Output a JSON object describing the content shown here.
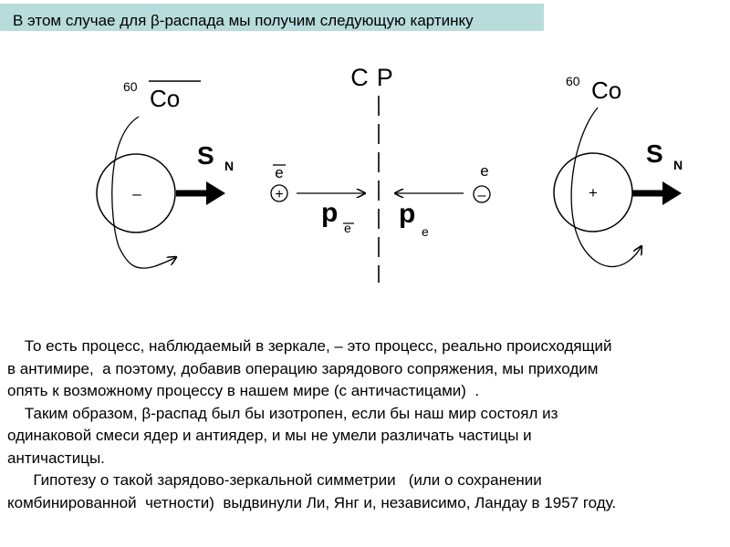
{
  "header": {
    "title": "В этом случае для β-распада мы получим следующую картинку"
  },
  "diagram": {
    "mirror_label": "CP",
    "left": {
      "isotope_mass": "60",
      "isotope_symbol": "Co",
      "charge_sign": "–",
      "spin_symbol": "S",
      "spin_subscript": "N",
      "particle_symbol": "e",
      "particle_sign": "+",
      "momentum_symbol": "p",
      "momentum_subscript": "e"
    },
    "right": {
      "isotope_mass": "60",
      "isotope_symbol": "Co",
      "charge_sign": "+",
      "spin_symbol": "S",
      "spin_subscript": "N",
      "particle_symbol": "e",
      "particle_sign": "–",
      "momentum_symbol": "p",
      "momentum_subscript": "e"
    }
  },
  "body": {
    "lines": [
      "    То есть процесс, наблюдаемый в зеркале, – это процесс, реально происходящий",
      "в антимире,  а поэтому, добавив операцию зарядового сопряжения, мы приходим",
      "опять к возможному процессу в нашем мире (с античастицами)  .",
      "    Таким образом, β-распад был бы изотропен, если бы наш мир состоял из",
      "одинаковой смеси ядер и антиядер, и мы не умели различать частицы и",
      "античастицы.",
      "      Гипотезу о такой зарядово-зеркальной симметрии   (или о сохранении",
      "комбинированной  четности)  выдвинули Ли, Янг и, независимо, Ландау в 1957 году."
    ]
  }
}
